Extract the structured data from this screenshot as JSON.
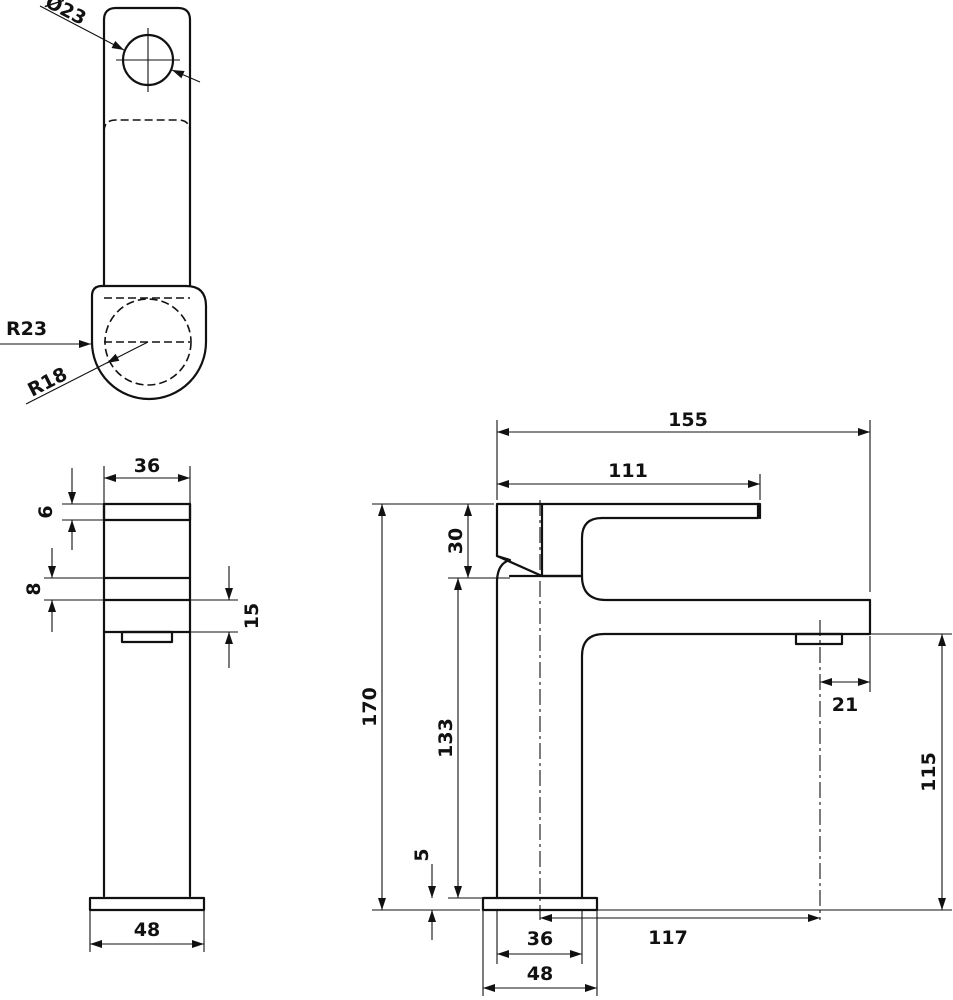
{
  "top_view": {
    "dia_23": "Ø23",
    "r_23": "R23",
    "r_18": "R18"
  },
  "front_view": {
    "w_36": "36",
    "h_6": "6",
    "h_8": "8",
    "h_15": "15",
    "w_48": "48"
  },
  "side_view": {
    "len_155": "155",
    "len_111": "111",
    "h_30": "30",
    "h_170": "170",
    "h_133": "133",
    "h_5": "5",
    "off_21": "21",
    "h_115": "115",
    "w_36": "36",
    "len_117": "117",
    "w_48": "48"
  }
}
